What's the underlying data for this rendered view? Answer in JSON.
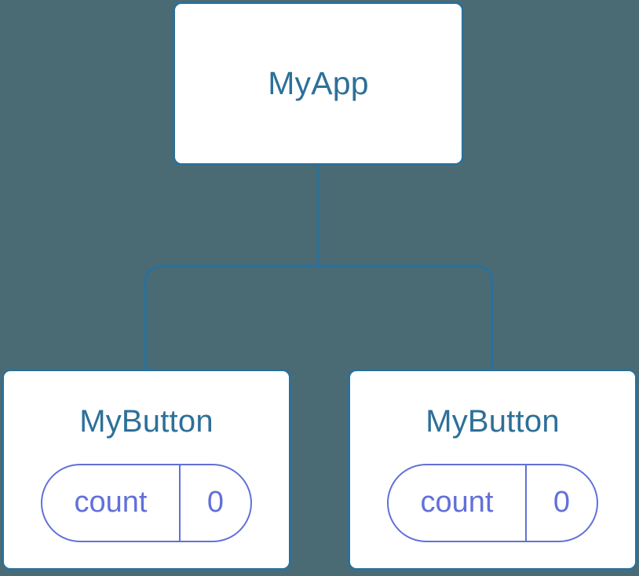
{
  "diagram": {
    "type": "component-tree",
    "background_color": "#4b6b74",
    "node_border_color": "#2d7098",
    "node_title_color": "#2d7098",
    "connector_color": "#2d7098",
    "pill_color": "#6270d8",
    "root": {
      "title": "MyApp"
    },
    "children": [
      {
        "title": "MyButton",
        "state": {
          "key": "count",
          "value": "0"
        }
      },
      {
        "title": "MyButton",
        "state": {
          "key": "count",
          "value": "0"
        }
      }
    ]
  }
}
